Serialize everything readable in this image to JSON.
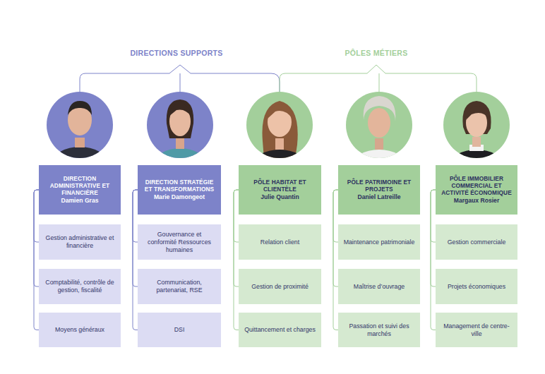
{
  "diagram": {
    "nodes": [
      {
        "text": [
          "DIRECTION ADMINISTRATIVE ET FINANCIÈRE",
          "Damien Gras"
        ]
      },
      {
        "text": [
          "Gestion administrative et financière"
        ]
      },
      {
        "text": [
          "Comptabilité, contrôle de gestion, fiscalité"
        ]
      },
      {
        "text": [
          "Moyens généraux"
        ]
      },
      {
        "text": [
          "DIRECTION STRATÉGIE ET TRANSFORMATIONS",
          "Marie Damongeot"
        ]
      },
      {
        "text": [
          "Gouvernance et conformité Ressources humaines"
        ]
      },
      {
        "text": [
          "Communication, partenariat, RSE"
        ]
      },
      {
        "text": [
          "DSI"
        ]
      },
      {
        "text": [
          "PÔLE HABITAT ET CLIENTÈLE",
          "Julie Quantin"
        ]
      },
      {
        "text": [
          "Relation client"
        ]
      },
      {
        "text": [
          "Gestion de proximité"
        ]
      },
      {
        "text": [
          "Quittancement et charges"
        ]
      },
      {
        "text": [
          "PÔLE PATRIMOINE ET PROJETS",
          "Daniel Latreille"
        ]
      },
      {
        "text": [
          "Maintenance patrimoniale"
        ]
      },
      {
        "text": [
          "Maîtrise d’ouvrage"
        ]
      },
      {
        "text": [
          "Passation et suivi des marchés"
        ]
      },
      {
        "text": [
          "PÔLE IMMOBILIER COMMERCIAL ET ACTIVITÉ ÉCONOMIQUE",
          "Margaux Rosier"
        ]
      },
      {
        "text": [
          "Gestion commerciale"
        ]
      },
      {
        "text": [
          "Projets économiques"
        ]
      },
      {
        "text": [
          "Management de centre-ville"
        ]
      }
    ],
    "edges": [
      {
        "from": 0,
        "to": 1,
        "arrow": "none"
      },
      {
        "from": 0,
        "to": 2,
        "arrow": "none"
      },
      {
        "from": 0,
        "to": 3,
        "arrow": "none"
      },
      {
        "from": 4,
        "to": 5,
        "arrow": "none"
      },
      {
        "from": 4,
        "to": 6,
        "arrow": "none"
      },
      {
        "from": 4,
        "to": 7,
        "arrow": "none"
      },
      {
        "from": 8,
        "to": 9,
        "arrow": "none"
      },
      {
        "from": 8,
        "to": 10,
        "arrow": "none"
      },
      {
        "from": 8,
        "to": 11,
        "arrow": "none"
      },
      {
        "from": 12,
        "to": 13,
        "arrow": "none"
      },
      {
        "from": 12,
        "to": 14,
        "arrow": "none"
      },
      {
        "from": 12,
        "to": 15,
        "arrow": "none"
      },
      {
        "from": 16,
        "to": 17,
        "arrow": "none"
      },
      {
        "from": 16,
        "to": 18,
        "arrow": "none"
      },
      {
        "from": 16,
        "to": 19,
        "arrow": "none"
      }
    ],
    "labels": [
      "DIRECTIONS SUPPORTS",
      "PÔLES MÉTIERS"
    ]
  }
}
